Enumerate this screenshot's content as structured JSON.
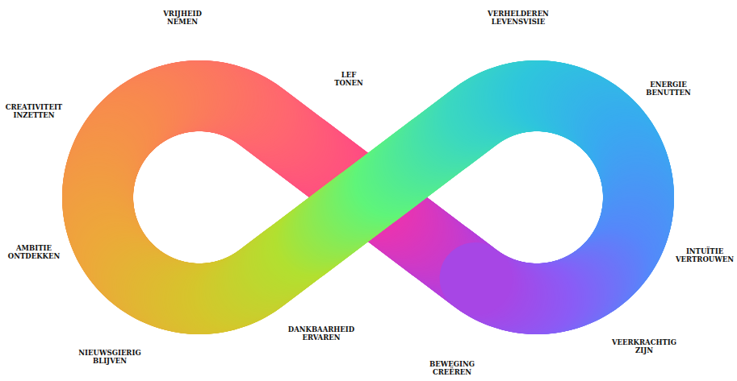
{
  "diagram": {
    "labels": [
      "VRIJHEID NEMEN",
      "VERHELDEREN LEVENSVISIE",
      "LEF TONEN",
      "ENERGIE BENUTTEN",
      "CREATIVITEIT INZETTEN",
      "AMBITIE ONTDEKKEN",
      "INTUÏTIE VERTROUWEN",
      "DANKBAARHEID ERVAREN",
      "VEERKRACHTIG ZIJN",
      "NIEUWSGIERIG BLIJVEN",
      "BEWEGING CREËREN"
    ]
  }
}
